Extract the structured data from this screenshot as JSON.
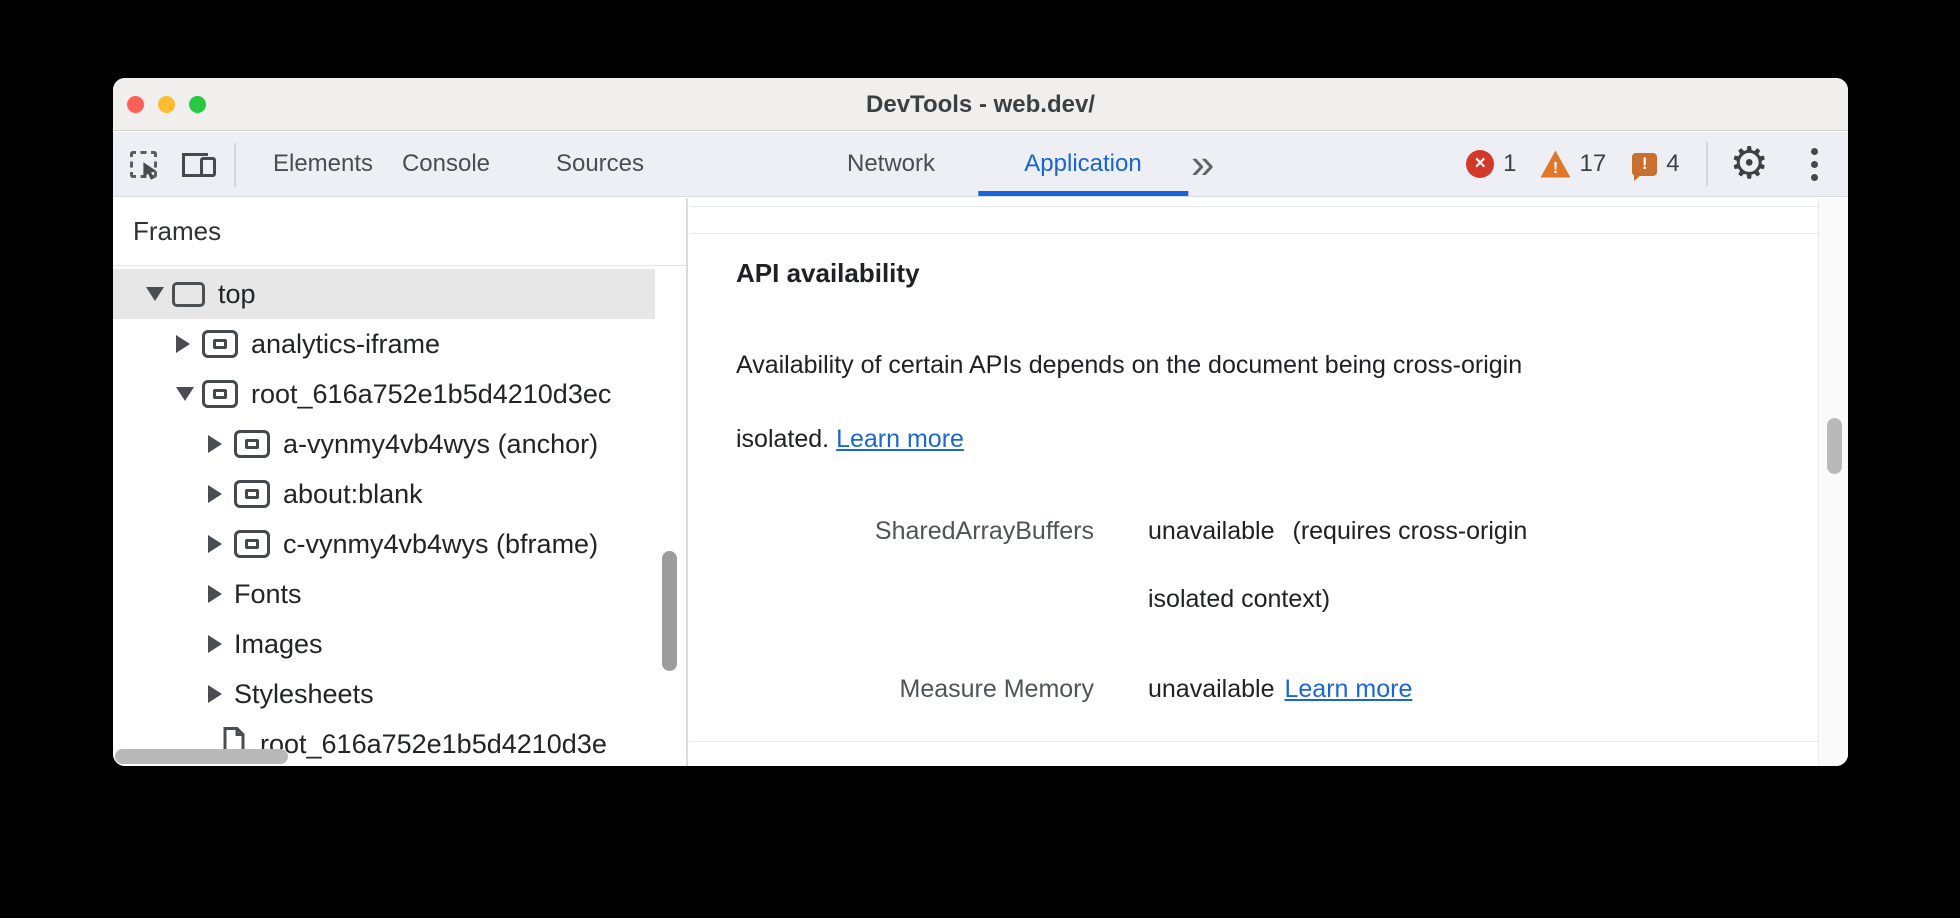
{
  "window": {
    "title": "DevTools - web.dev/"
  },
  "toolbar": {
    "tabs": [
      {
        "label": "Elements",
        "active": false
      },
      {
        "label": "Console",
        "active": false
      },
      {
        "label": "Sources",
        "active": false
      },
      {
        "label": "Network",
        "active": false
      },
      {
        "label": "Application",
        "active": true
      }
    ],
    "badges": {
      "error_count": "1",
      "warning_count": "17",
      "issue_count": "4"
    },
    "icons": {
      "inspect": "inspect-cursor-icon",
      "device": "device-toolbar-icon",
      "more_tabs": "double-chevron-right-icon",
      "error": "error-circle-icon",
      "warning": "warning-triangle-icon",
      "issues": "issues-bubble-icon",
      "settings": "gear-icon",
      "menu": "three-dot-menu-icon"
    }
  },
  "sidebar": {
    "header": "Frames",
    "tree": [
      {
        "label": "top",
        "level": 0,
        "arrow": "down",
        "icon": "frame",
        "selected": true
      },
      {
        "label": "analytics-iframe",
        "level": 1,
        "arrow": "right",
        "icon": "iframe",
        "selected": false
      },
      {
        "label": "root_616a752e1b5d4210d3ec",
        "level": 1,
        "arrow": "down",
        "icon": "iframe",
        "selected": false
      },
      {
        "label": "a-vynmy4vb4wys (anchor)",
        "level": 2,
        "arrow": "right",
        "icon": "iframe",
        "selected": false
      },
      {
        "label": "about:blank",
        "level": 2,
        "arrow": "right",
        "icon": "iframe",
        "selected": false
      },
      {
        "label": "c-vynmy4vb4wys (bframe)",
        "level": 2,
        "arrow": "right",
        "icon": "iframe",
        "selected": false
      },
      {
        "label": "Fonts",
        "level": 2,
        "arrow": "right",
        "icon": "none",
        "selected": false
      },
      {
        "label": "Images",
        "level": 2,
        "arrow": "right",
        "icon": "none",
        "selected": false
      },
      {
        "label": "Stylesheets",
        "level": 2,
        "arrow": "right",
        "icon": "none",
        "selected": false
      },
      {
        "label": "root_616a752e1b5d4210d3e",
        "level": 2,
        "arrow": "none",
        "icon": "document",
        "selected": false
      }
    ]
  },
  "main": {
    "section_title": "API availability",
    "description": {
      "line1": "Availability of certain APIs depends on the document being cross-origin",
      "line2": "isolated.",
      "link": "Learn more"
    },
    "api_table": [
      {
        "label": "SharedArrayBuffers",
        "value": "unavailable",
        "note_line1": "(requires cross-origin",
        "note_line2": "isolated context)",
        "link": ""
      },
      {
        "label": "Measure Memory",
        "value": "unavailable",
        "note_line1": "",
        "note_line2": "",
        "link": "Learn more"
      }
    ]
  },
  "colors": {
    "accent_blue": "#1a63d8",
    "error_red": "#d2392b",
    "warning_orange": "#e0782c",
    "issue_orange": "#c96f2f",
    "selected_row": "#e7e7e7"
  }
}
